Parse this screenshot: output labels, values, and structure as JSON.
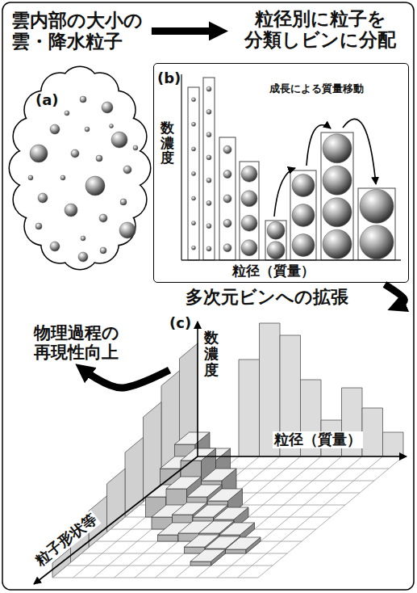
{
  "diagram": {
    "nodes": [
      {
        "text": [
          "雲内部の大小の 雲・降水粒子"
        ]
      },
      {
        "text": [
          "粒径別に粒子を 分類しビンに分配"
        ]
      },
      {
        "text": [
          "(a)"
        ]
      },
      {
        "text": [
          "(b)",
          "数濃度",
          "粒径（質量）",
          "成長による質量移動"
        ]
      },
      {
        "text": [
          "物理過程の 再現性向上"
        ]
      },
      {
        "text": [
          "(c)",
          "数濃度",
          "粒径（質量）",
          "粒子形状等"
        ]
      }
    ],
    "edges": [
      {
        "from": 0,
        "to": 1,
        "arrow": "to"
      },
      {
        "from": 3,
        "to": 5,
        "label": "多次元ビンへの拡張",
        "arrow": "to"
      },
      {
        "from": 5,
        "to": 4,
        "arrow": "to"
      }
    ]
  }
}
